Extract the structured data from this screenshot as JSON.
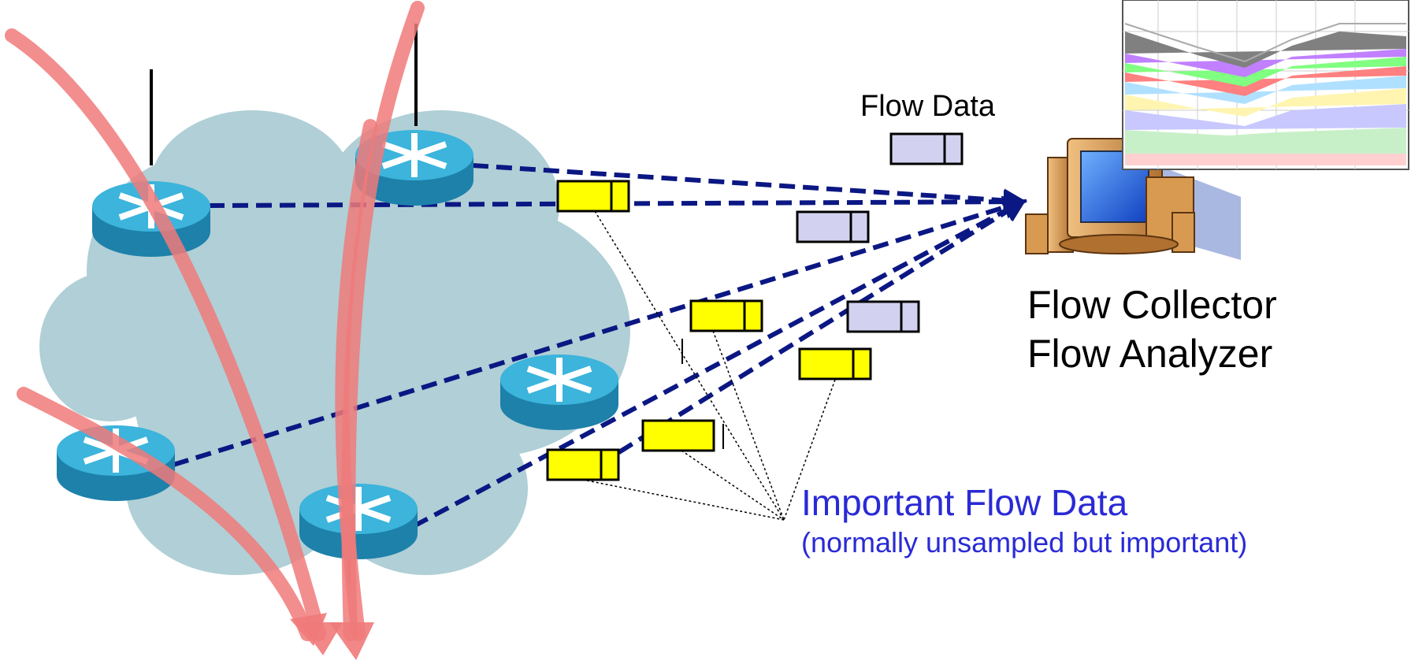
{
  "labels": {
    "flow_data": "Flow Data",
    "collector": "Flow Collector",
    "analyzer": "Flow Analyzer",
    "important": "Important Flow Data",
    "important_sub": "(normally unsampled but important)"
  },
  "colors": {
    "cloud": "#b0cfd6",
    "router_top": "#3cb4dc",
    "router_side": "#1d81aa",
    "flow_line": "#0b1783",
    "traffic_arrow": "#f07a7a",
    "flow_record": "#d2d2f0",
    "important_record": "#ffff00",
    "highlight_text": "#2a2ad6",
    "chart_fill": [
      "#ffd0d0",
      "#c8f0c8",
      "#c8c8ff",
      "#fff5b0",
      "#ffb0e0",
      "#b0e0ff",
      "#ff8080",
      "#80ff80",
      "#c080ff",
      "#808080"
    ]
  },
  "icons": [
    "router-icon",
    "flow-record-icon",
    "computer-icon",
    "traffic-chart-icon",
    "cloud-icon"
  ]
}
